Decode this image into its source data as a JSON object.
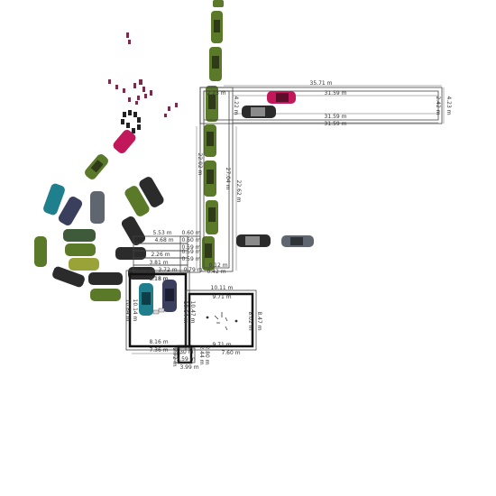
{
  "plan": {
    "corridor_top": {
      "total": "35.71 m",
      "inner_top": "31.59 m",
      "inner_mid": "31.59 m",
      "inner_bot": "31.59 m",
      "end_outer": "4.23 m",
      "end_inner": "2.42 m"
    },
    "corridor_vertical": {
      "outer_left": "22.02 m",
      "inner_a": "27.04 m",
      "inner_b": "22.62 m",
      "top_small": "2.23 m",
      "top_small2": "4.22 m"
    },
    "left_stack": {
      "d1": "5.53 m",
      "d2": "0.60 m",
      "d3": "4.68 m",
      "d4": "0.60 m",
      "d5": "0.59 m",
      "d6": "0.59 m",
      "d7": "2.26 m",
      "d8": "0.59 m",
      "d9": "3.81 m",
      "d10": "0.79 m",
      "d11": "0.39 m",
      "d12": "3.72 m",
      "d13": "8.18 m",
      "d14": "0.12 m",
      "d15": "0.42 m"
    },
    "room_left": {
      "top": "8.18 m",
      "bottom": "8.16 m",
      "bottom_outer": "7.36 m",
      "left": "10.84 m",
      "left_inner": "10.14 m",
      "right": "10.64 m",
      "right_inner": "10.47 m"
    },
    "room_right": {
      "top_outer": "10.11 m",
      "top": "9.71 m",
      "bottom": "9.71 m",
      "bottom_outer": "7.60 m",
      "right": "8.47 m",
      "right_outer": "8.02 m"
    },
    "vestibule": {
      "w1": "3.30 m",
      "w2": "3.59 m",
      "w3": "3.99 m",
      "h1": "2.72 m",
      "h2": "2.44 m",
      "h3": "2.80 m"
    }
  },
  "colors": {
    "car_green": "#5a7a2a",
    "car_teal": "#1f7f8c",
    "car_olive": "#9aa338",
    "car_magenta": "#c2185b",
    "car_dark": "#2b2b2b",
    "car_gray": "#5f6670",
    "car_blue": "#3b3f5e",
    "people": "#7a2d4a"
  }
}
